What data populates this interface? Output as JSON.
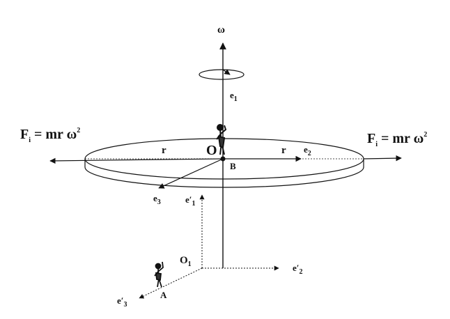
{
  "labels": {
    "omega": "ω",
    "e1": "e",
    "e1_sub": "1",
    "e2": "e",
    "e2_sub": "2",
    "e3": "e",
    "e3_sub": "3",
    "e1p": "e′",
    "e1p_sub": "1",
    "e2p": "e′",
    "e2p_sub": "2",
    "e3p": "e′",
    "e3p_sub": "3",
    "O": "O",
    "O1": "O",
    "O1_sub": "1",
    "B": "B",
    "A": "A",
    "r_left": "r",
    "r_right": "r",
    "force_left_main": "F",
    "force_left_sub": "i",
    "force_left_rest": " = mr ω",
    "force_left_sup": "2",
    "force_right_main": "F",
    "force_right_sub": "i",
    "force_right_rest": " = mr ω",
    "force_right_sup": "2"
  },
  "colors": {
    "ink": "#111111",
    "background": "#ffffff"
  }
}
